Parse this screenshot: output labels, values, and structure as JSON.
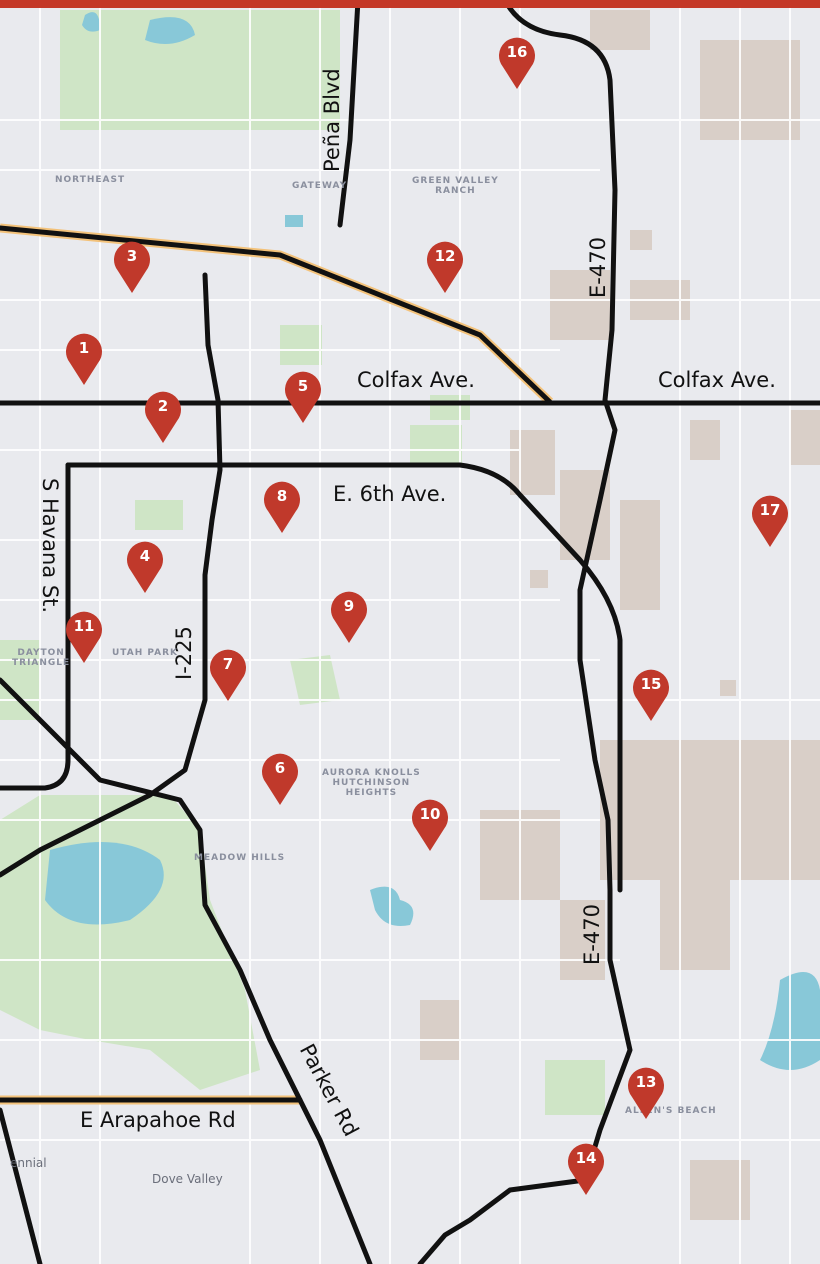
{
  "map": {
    "header_color": "#c43827",
    "pin_color": "#c0392b",
    "road_color": "#111111",
    "road_labels": {
      "pena": "Peña Blvd",
      "colfax_left": "Colfax Ave.",
      "colfax_right": "Colfax Ave.",
      "e470_top": "E-470",
      "e470_bottom": "E-470",
      "sixth": "E. 6th Ave.",
      "havana": "S Havana St.",
      "i225": "I-225",
      "arapahoe": "E Arapahoe Rd",
      "parker": "Parker Rd"
    },
    "place_labels": {
      "northeast": "NORTHEAST",
      "gateway": "GATEWAY",
      "green_valley": "GREEN VALLEY\nRANCH",
      "dayton": "DAYTON\nTRIANGLE",
      "utah_park": "UTAH PARK",
      "knolls": "AURORA KNOLLS\nHUTCHINSON\nHEIGHTS",
      "meadow": "MEADOW HILLS",
      "aurora_beach": "ALLEN'S BEACH",
      "dove_valley": "Dove Valley",
      "centennial": "ennial"
    },
    "pins": [
      "1",
      "2",
      "3",
      "4",
      "5",
      "6",
      "7",
      "8",
      "9",
      "10",
      "11",
      "12",
      "13",
      "14",
      "15",
      "16",
      "17"
    ]
  }
}
